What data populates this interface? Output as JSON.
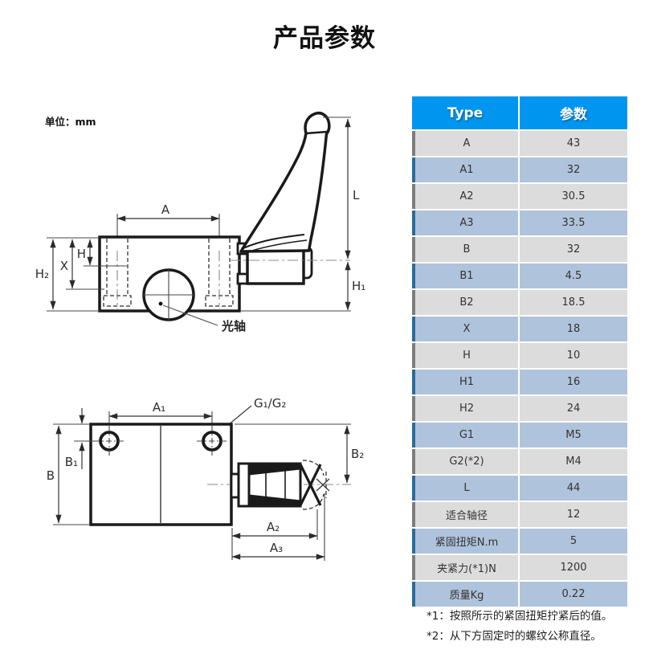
{
  "page": {
    "title": "产品参数",
    "unit_label": "单位：mm"
  },
  "colors": {
    "header_bg": "#0096f0",
    "row_gray": "#dcdcdc",
    "row_blue": "#b0c3dc",
    "row_border_gray": "#7d7d7d",
    "row_border_blue": "#2c6b9a",
    "line_color": "#1a1a1a"
  },
  "table": {
    "headers": {
      "type": "Type",
      "param": "参数"
    },
    "rows": [
      {
        "type": "A",
        "value": "43"
      },
      {
        "type": "A1",
        "value": "32"
      },
      {
        "type": "A2",
        "value": "30.5"
      },
      {
        "type": "A3",
        "value": "33.5"
      },
      {
        "type": "B",
        "value": "32"
      },
      {
        "type": "B1",
        "value": "4.5"
      },
      {
        "type": "B2",
        "value": "18.5"
      },
      {
        "type": "X",
        "value": "18"
      },
      {
        "type": "H",
        "value": "10"
      },
      {
        "type": "H1",
        "value": "16"
      },
      {
        "type": "H2",
        "value": "24"
      },
      {
        "type": "G1",
        "value": "M5"
      },
      {
        "type": "G2(*2)",
        "value": "M4"
      },
      {
        "type": "L",
        "value": "44"
      },
      {
        "type": "适合轴径",
        "value": "12"
      },
      {
        "type": "紧固扭矩N.m",
        "value": "5"
      },
      {
        "type": "夹紧力(*1)N",
        "value": "1200"
      },
      {
        "type": "质量Kg",
        "value": "0.22"
      }
    ]
  },
  "footnotes": {
    "note1": "*1：按照所示的紧固扭矩拧紧后的值。",
    "note2": "*2：从下方固定时的螺纹公称直径。"
  },
  "drawings": {
    "side_view": {
      "labels": {
        "a": "A",
        "h": "H",
        "x": "X",
        "h2": "H₂",
        "l": "L",
        "h1": "H₁",
        "shaft": "光轴"
      }
    },
    "top_view": {
      "labels": {
        "a1": "A₁",
        "g": "G₁/G₂",
        "b": "B",
        "b1": "B₁",
        "b2": "B₂",
        "a2": "A₂",
        "a3": "A₃"
      }
    }
  }
}
